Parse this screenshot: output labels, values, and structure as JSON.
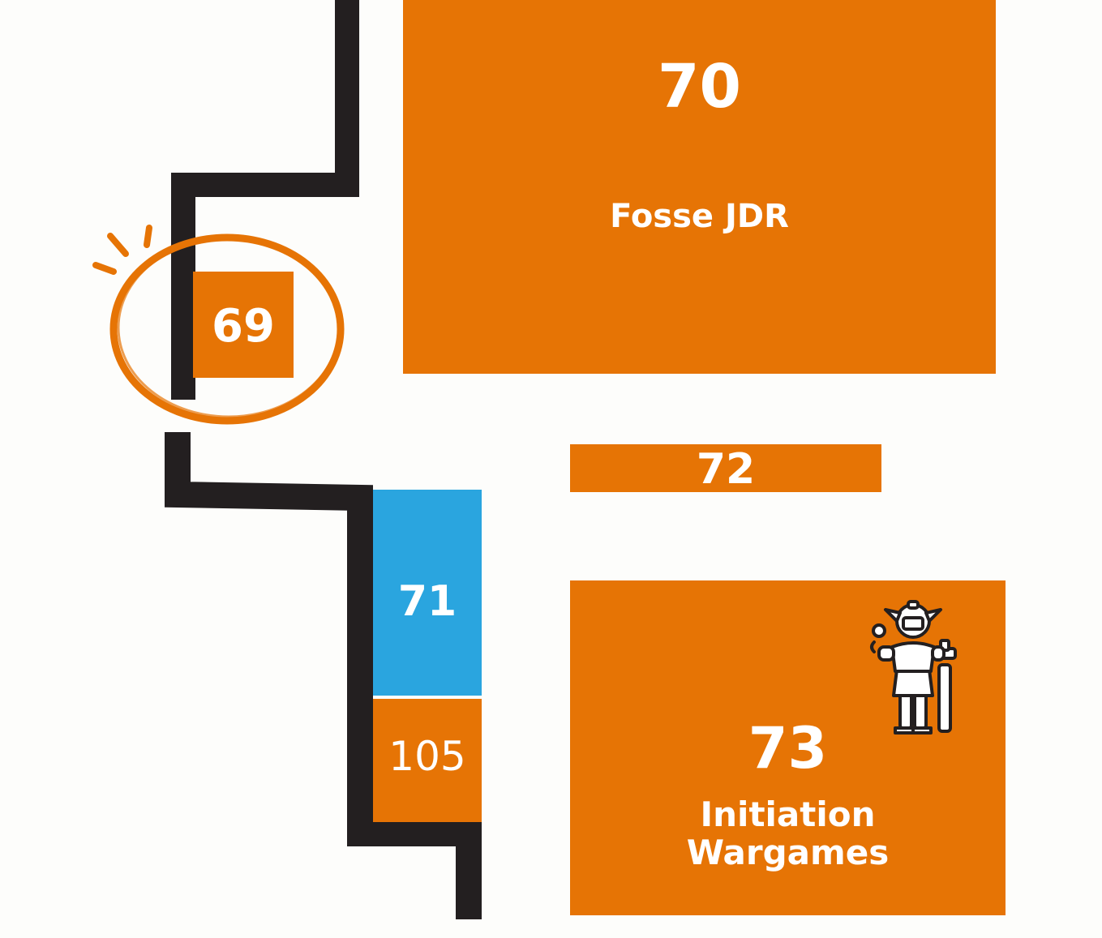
{
  "map": {
    "colors": {
      "booth": "#e67405",
      "booth_alt": "#2aa5df",
      "wall": "#231f20",
      "background": "#fdfdfb",
      "text": "#ffffff"
    },
    "booths": {
      "b70": {
        "number": "70",
        "label": "Fosse JDR",
        "color": "#e67405"
      },
      "b69": {
        "number": "69",
        "color": "#e67405",
        "highlighted": true
      },
      "b72": {
        "number": "72",
        "color": "#e67405"
      },
      "b71": {
        "number": "71",
        "color": "#2aa5df"
      },
      "b105": {
        "number": "105",
        "color": "#e67405"
      },
      "b73": {
        "number": "73",
        "label_line1": "Initiation",
        "label_line2": "Wargames",
        "color": "#e67405",
        "icon": "knight-icon"
      }
    }
  }
}
